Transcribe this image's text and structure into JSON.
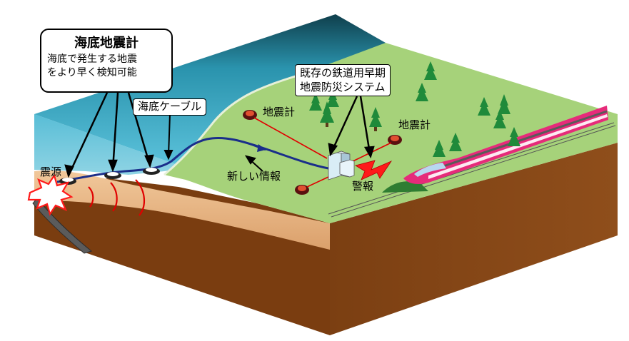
{
  "callout": {
    "title": "海底地震計",
    "line1": "海底で発生する地震",
    "line2": "をより早く検知可能"
  },
  "labels": {
    "epicenter": "震源",
    "seafloor_cable": "海底ケーブル",
    "new_information": "新しい情報",
    "seismometer_left": "地震計",
    "seismometer_right": "地震計",
    "system_line1": "既存の鉄道用早期",
    "system_line2": "地震防災システム",
    "warning": "警報"
  },
  "colors": {
    "sea": "#4fb8d6",
    "land": "#a6d27a",
    "earth_top": "#e9b988",
    "earth_side": "#8a4a17",
    "cable": "#1a2e8a",
    "signal_line": "#e00000",
    "warning_bolt": "#ff1a1a",
    "train": "#e62b7a"
  },
  "icons": {
    "wave": "seismic-wave-icon",
    "burst": "epicenter-burst-icon",
    "tree": "tree-icon",
    "building": "building-icon",
    "seismometer": "seismometer-icon",
    "bolt": "lightning-bolt-icon",
    "train": "bullet-train-icon"
  }
}
